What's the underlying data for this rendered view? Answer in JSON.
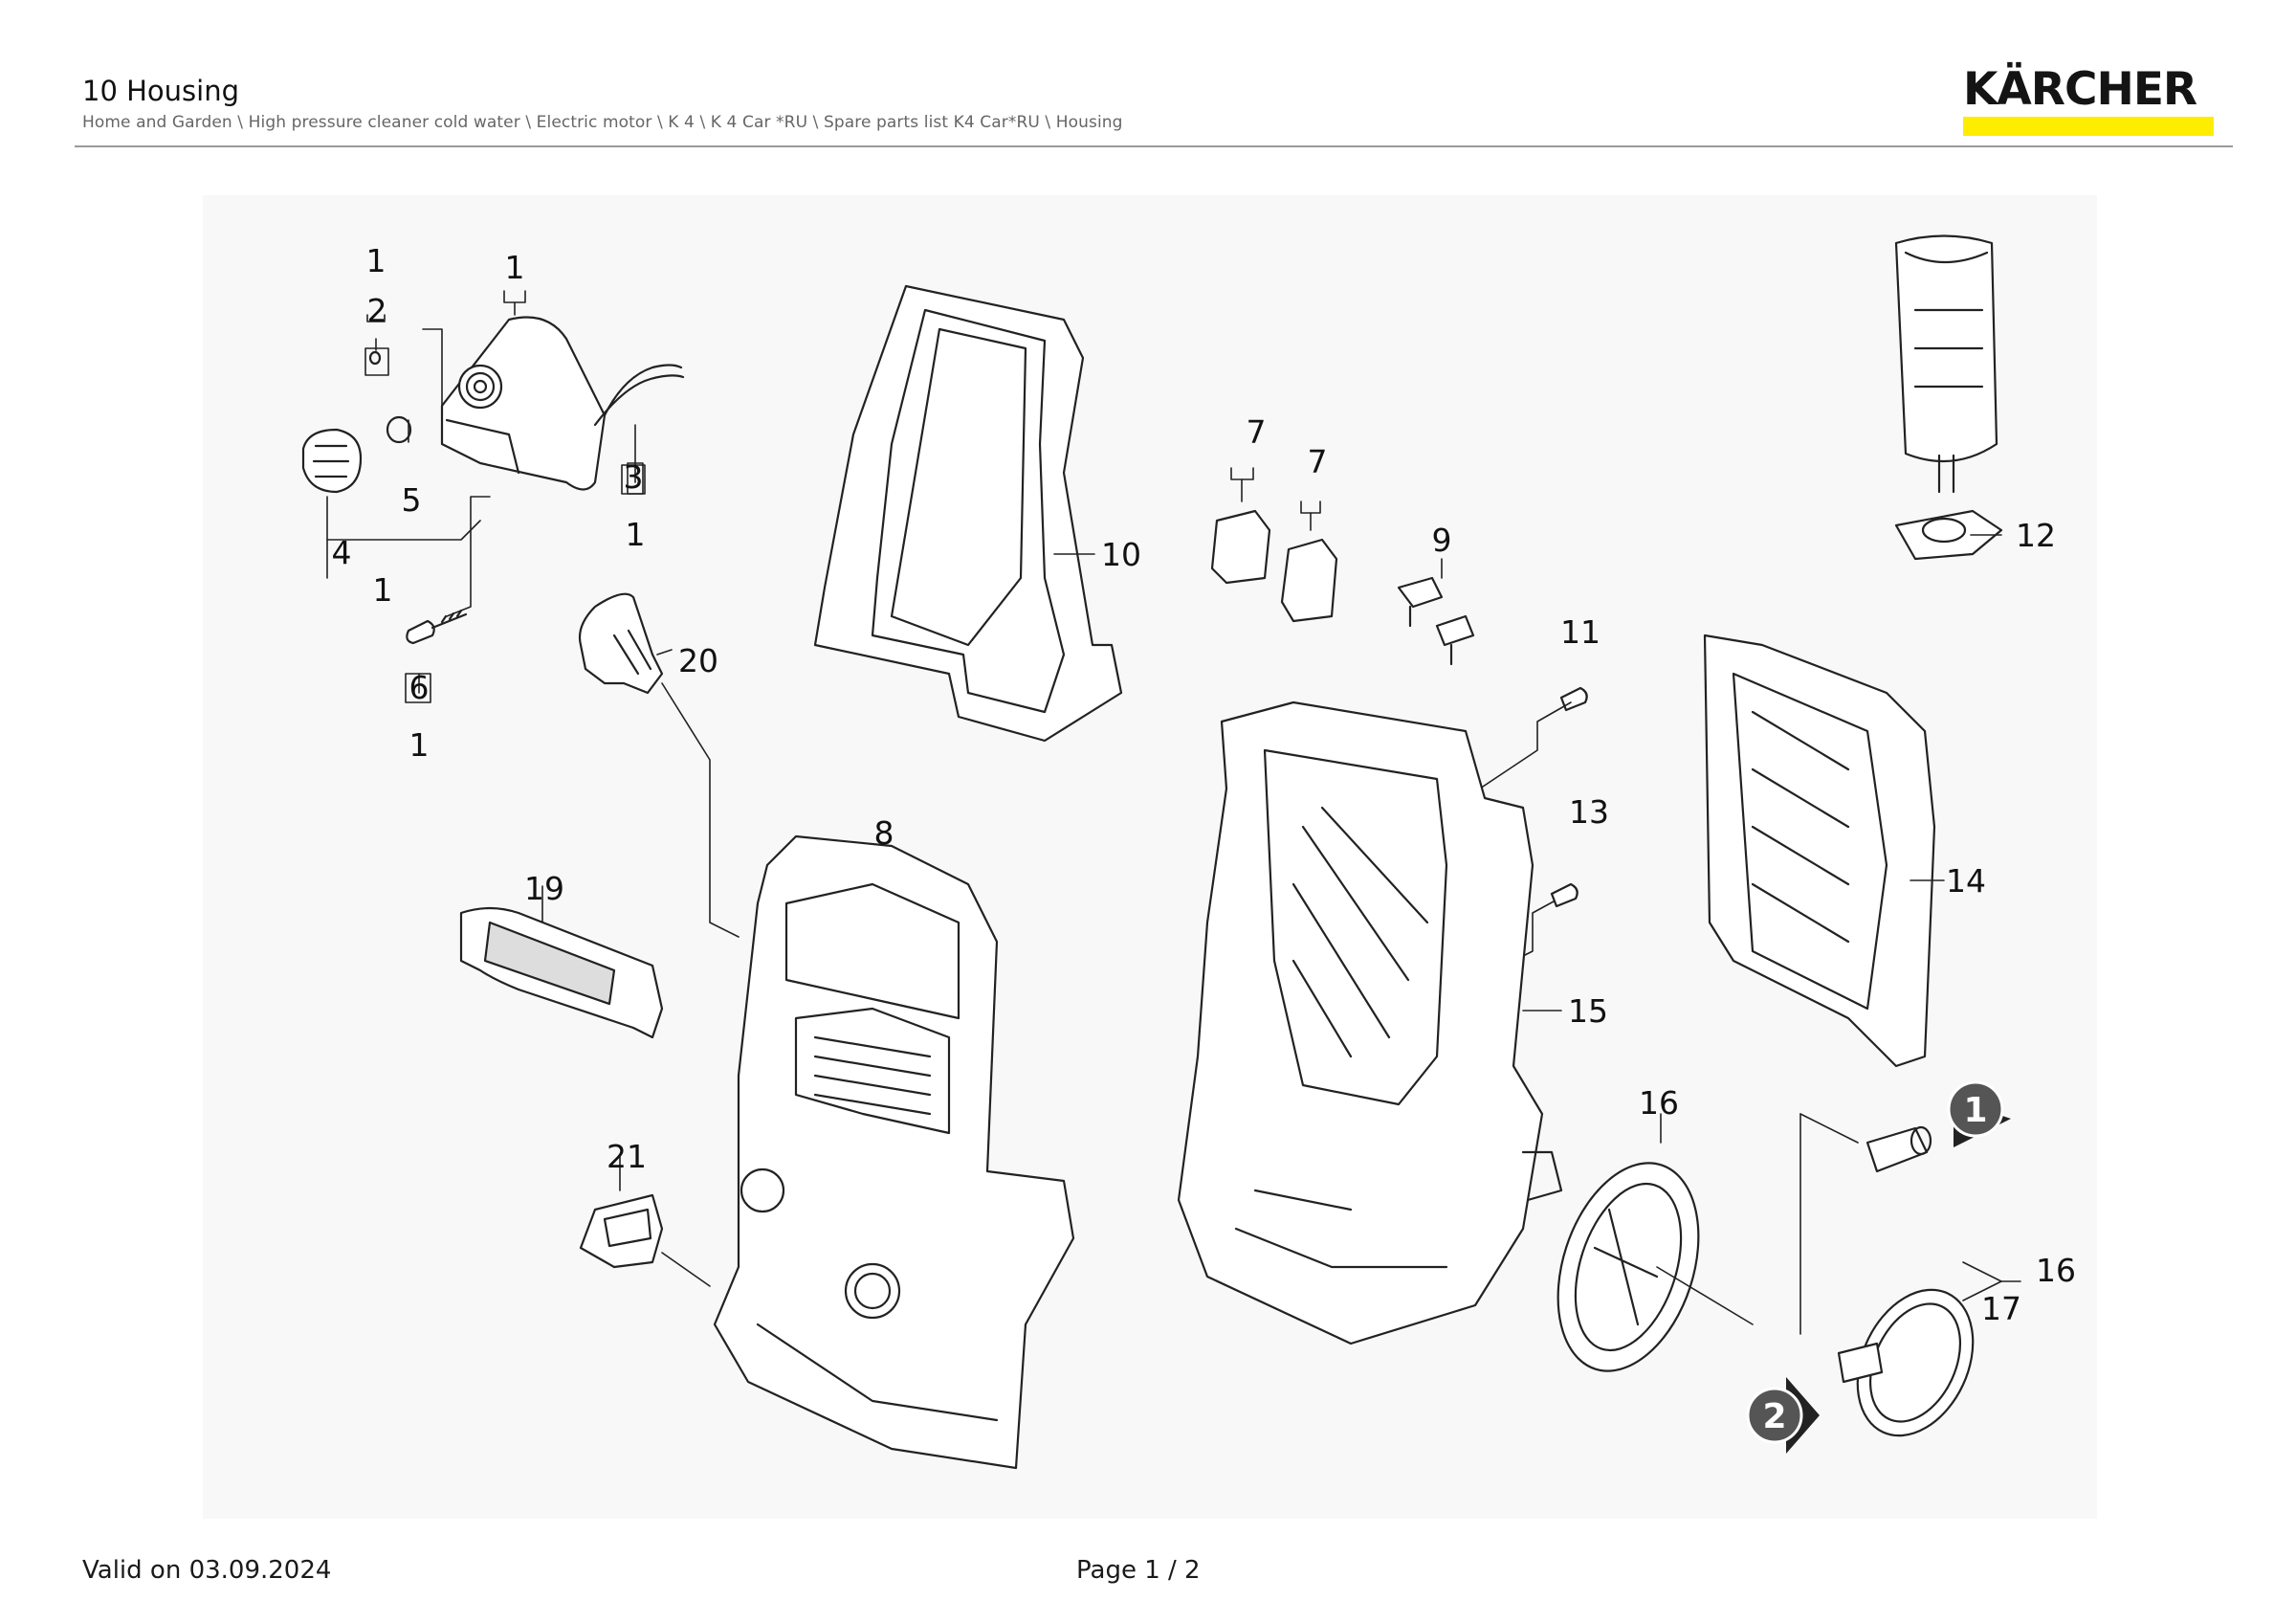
{
  "header": {
    "title": "10 Housing",
    "breadcrumb": "Home and Garden \\ High pressure cleaner cold water \\ Electric motor \\ K 4 \\ K 4 Car *RU \\ Spare parts list K4 Car*RU \\ Housing"
  },
  "logo": {
    "text": "KÄRCHER",
    "bar_color": "#ffed00"
  },
  "drawing": {
    "callouts": [
      {
        "id": "c1a",
        "text": "1"
      },
      {
        "id": "c2",
        "text": "2"
      },
      {
        "id": "c1b",
        "text": "1"
      },
      {
        "id": "c3",
        "text": "3"
      },
      {
        "id": "c1c",
        "text": "1"
      },
      {
        "id": "c5",
        "text": "5"
      },
      {
        "id": "c4",
        "text": "4"
      },
      {
        "id": "c1d",
        "text": "1"
      },
      {
        "id": "c6",
        "text": "6"
      },
      {
        "id": "c1e",
        "text": "1"
      },
      {
        "id": "c10",
        "text": "10"
      },
      {
        "id": "c20",
        "text": "20"
      },
      {
        "id": "c19",
        "text": "19"
      },
      {
        "id": "c8",
        "text": "8"
      },
      {
        "id": "c21",
        "text": "21"
      },
      {
        "id": "c7a",
        "text": "7"
      },
      {
        "id": "c7b",
        "text": "7"
      },
      {
        "id": "c9",
        "text": "9"
      },
      {
        "id": "c11",
        "text": "11"
      },
      {
        "id": "c13",
        "text": "13"
      },
      {
        "id": "c15",
        "text": "15"
      },
      {
        "id": "c12",
        "text": "12"
      },
      {
        "id": "c14",
        "text": "14"
      },
      {
        "id": "c16a",
        "text": "16"
      },
      {
        "id": "c16b",
        "text": "16"
      },
      {
        "id": "c17",
        "text": "17"
      }
    ],
    "markers": [
      {
        "id": "m1",
        "text": "1"
      },
      {
        "id": "m2",
        "text": "2"
      }
    ]
  },
  "footer": {
    "valid": "Valid on 03.09.2024",
    "page": "Page 1 / 2"
  }
}
